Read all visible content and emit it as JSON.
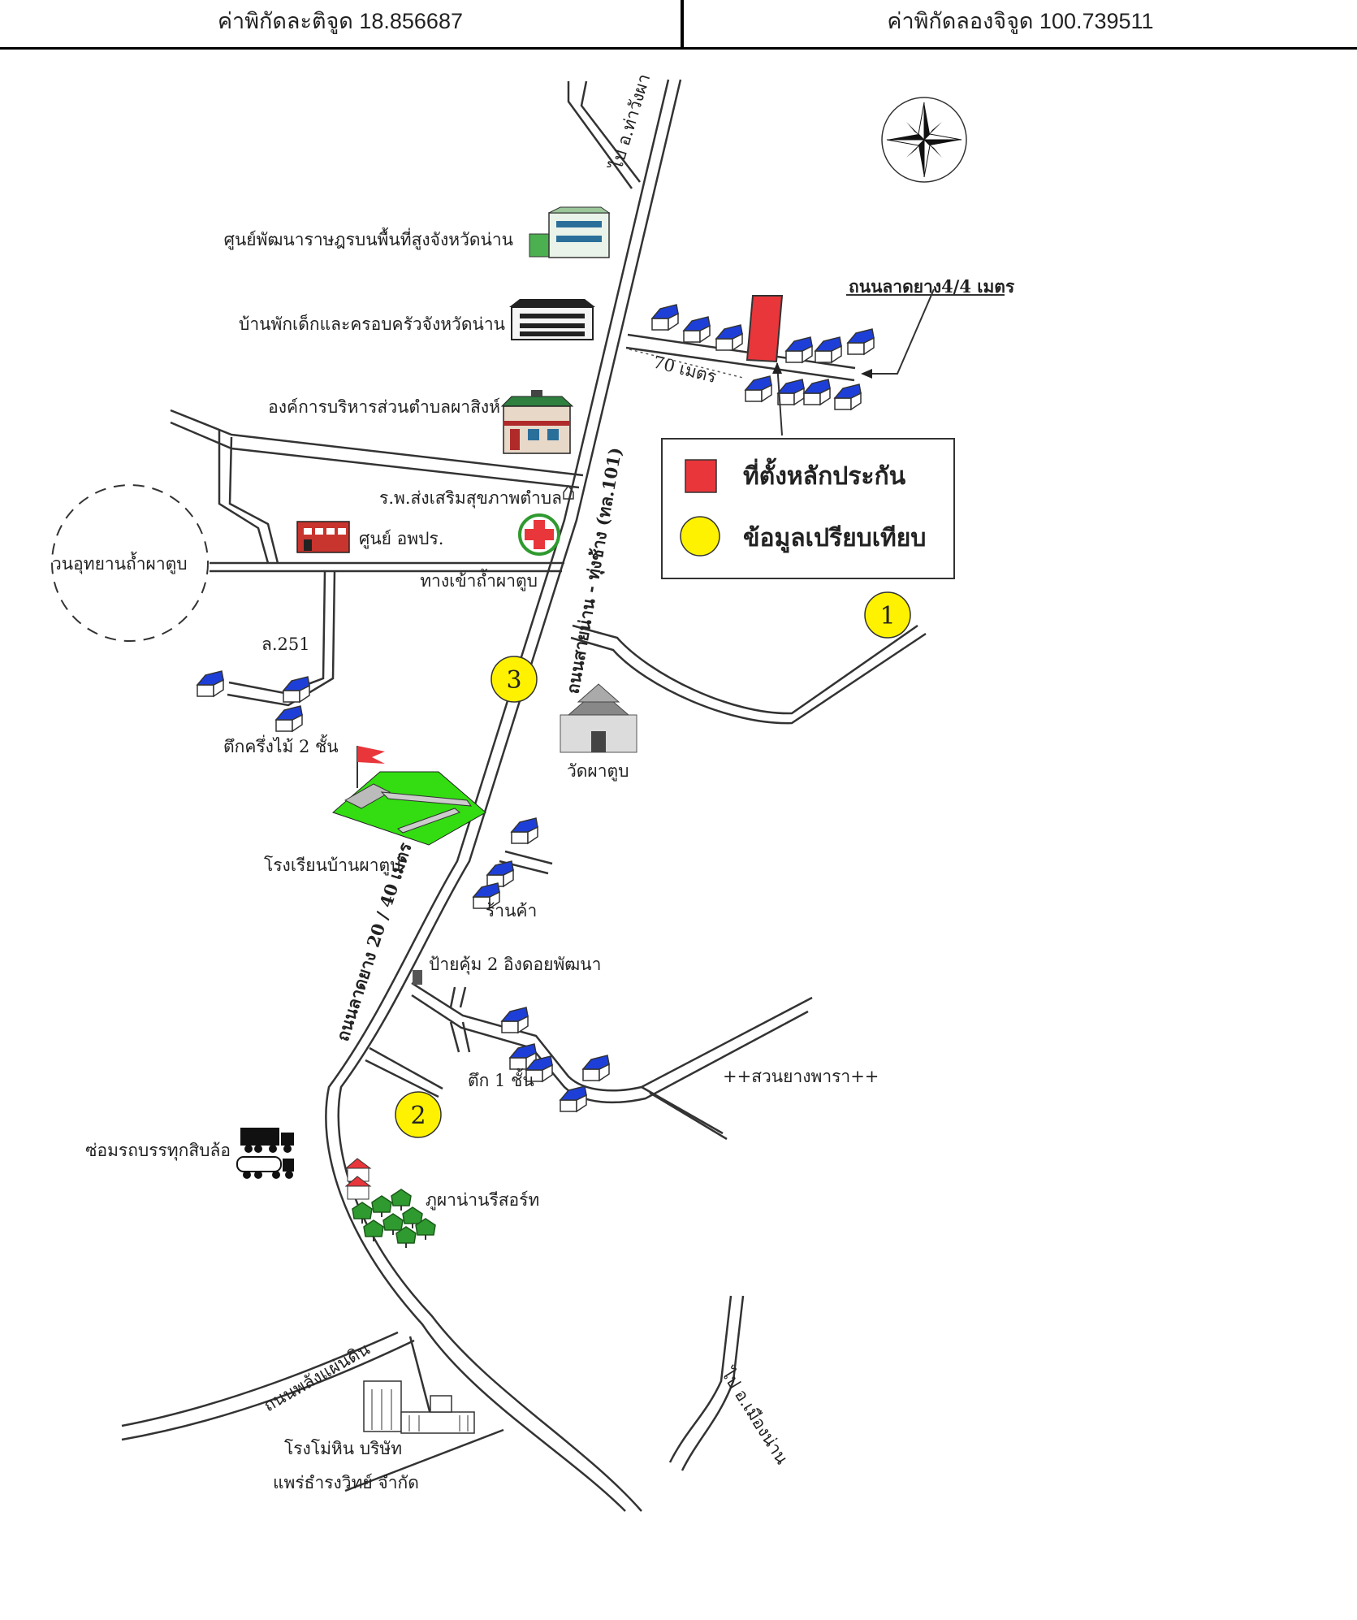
{
  "header": {
    "latitude": "ค่าพิกัดละติจูด 18.856687",
    "longitude": "ค่าพิกัดลองจิจูด 100.739511"
  },
  "labels": {
    "to_tha_wang_pha": "ไป อ.ท่าวังผา",
    "highland_center": "ศูนย์พัฒนาราษฎรบนพื้นที่สูงจังหวัดน่าน",
    "children_shelter": "บ้านพักเด็กและครอบครัวจังหวัดน่าน",
    "sao_pha_sing": "องค์การบริหารส่วนตำบลผาสิงห์",
    "health_hospital": "ร.พ.ส่งเสริมสุขภาพตำบล",
    "opr_center": "ศูนย์ อพปร.",
    "forest_park": "วนอุทยานถ้ำผาตูบ",
    "cave_entrance": "ทางเข้าถ้ำผาตูบ",
    "main_road": "ถนนสายน่าน - ทุ่งช้าง (ทล.101)",
    "asphalt_road_4": "ถนนลาดยาง4/4 เมตร",
    "distance_70": "70 เมตร",
    "lane_251": "ล.251",
    "two_storey": "ตึกครึ่งไม้ 2 ชั้น",
    "temple": "วัดผาตูบ",
    "school": "โรงเรียนบ้านผาตูบ",
    "shop": "ร้านค้า",
    "asphalt_road_20": "ถนนลาดยาง 20 / 40 เมตร",
    "village_sign": "ป้ายคุ้ม 2 อิงดอยพัฒนา",
    "one_storey": "ตึก 1 ชั้น",
    "rubber_plantation": "++สวนยางพารา++",
    "truck_repair": "ซ่อมรถบรรทุกสิบล้อ",
    "resort": "ภูผาน่านรีสอร์ท",
    "phalang_road": "ถนนพลังแผ่นดิน",
    "stone_factory_1": "โรงโม่หิน บริษัท",
    "stone_factory_2": "แพร่ธำรงวิทย์ จำกัด",
    "to_mueang_nan": "ไป อ.เมืองน่าน"
  },
  "legend": {
    "collateral": "ที่ตั้งหลักประกัน",
    "comparable": "ข้อมูลเปรียบเทียบ"
  },
  "markers": [
    "1",
    "2",
    "3"
  ],
  "icons": {
    "compass": "compass-rose-icon",
    "hospital": "red-cross-icon",
    "house": "house-icon",
    "truck": "truck-icon"
  },
  "colors": {
    "collateral": "#e8363b",
    "comparable": "#fff200",
    "house_roof": "#1d3fd8",
    "school_field": "#33dd11",
    "tree": "#2f9a2f"
  }
}
